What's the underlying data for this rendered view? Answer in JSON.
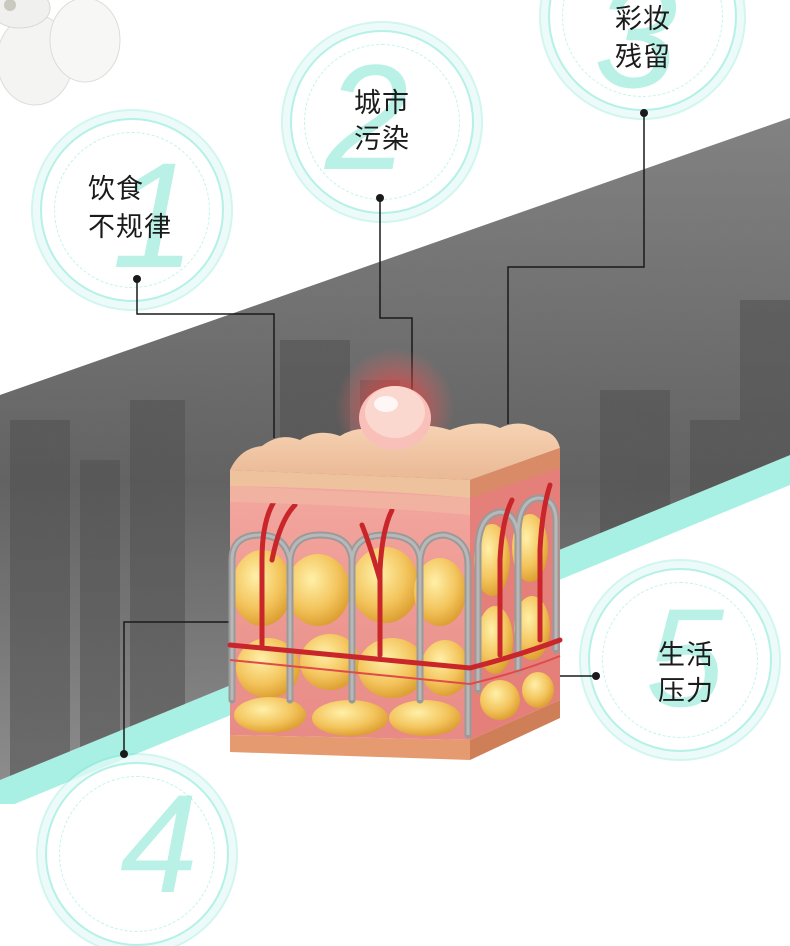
{
  "factors": [
    {
      "number": "1",
      "line1": "饮食",
      "line2": "不规律"
    },
    {
      "number": "2",
      "line1": "城市",
      "line2": "污染"
    },
    {
      "number": "3",
      "line1": "彩妆",
      "line2": "残留"
    },
    {
      "number": "5",
      "line1": "生活",
      "line2": "压力"
    },
    {
      "number": "4"
    }
  ],
  "colors": {
    "accent_mint": "#7fe6d4",
    "band_gray": "#6d6d6d",
    "leader_line": "#1a1a1a",
    "inflammation_red": "#ff2a2a"
  },
  "icons": {
    "flower": "white-orchid",
    "skin": "skin-cross-section"
  }
}
